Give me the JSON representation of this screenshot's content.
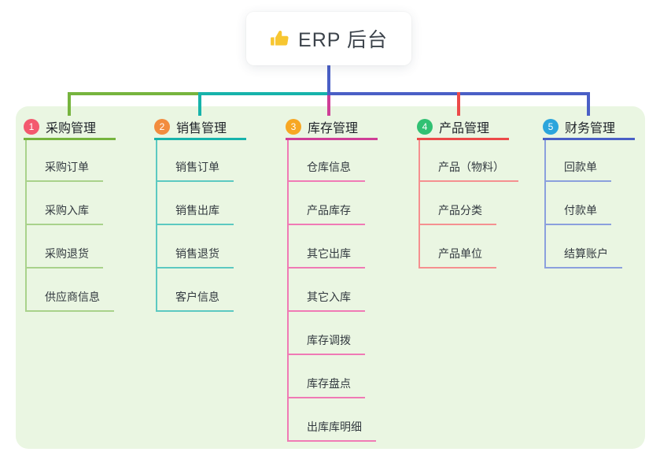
{
  "root": {
    "title": "ERP 后台",
    "icon": "thumbs-up-icon",
    "icon_color": "#f7c631"
  },
  "panel_bg": "#eaf6e2",
  "trunk_color": "#4a5fc6",
  "branches": [
    {
      "badge": "1",
      "title": "采购管理",
      "badge_color": "#f3596e",
      "line_color": "#76b43e",
      "sub_line_color": "#a9d28b",
      "items": [
        "采购订单",
        "采购入库",
        "采购退货",
        "供应商信息"
      ]
    },
    {
      "badge": "2",
      "title": "销售管理",
      "badge_color": "#f28c3e",
      "line_color": "#17b3ab",
      "sub_line_color": "#5cc9c1",
      "items": [
        "销售订单",
        "销售出库",
        "销售退货",
        "客户信息"
      ]
    },
    {
      "badge": "3",
      "title": "库存管理",
      "badge_color": "#f7a723",
      "line_color": "#cf3e97",
      "sub_line_color": "#f07ab5",
      "items": [
        "仓库信息",
        "产品库存",
        "其它出库",
        "其它入库",
        "库存调拨",
        "库存盘点",
        "出库库明细"
      ]
    },
    {
      "badge": "4",
      "title": "产品管理",
      "badge_color": "#31c173",
      "line_color": "#ec4a49",
      "sub_line_color": "#f59090",
      "items": [
        "产品（物料）",
        "产品分类",
        "产品单位"
      ]
    },
    {
      "badge": "5",
      "title": "财务管理",
      "badge_color": "#2ba5dc",
      "line_color": "#4a5fc6",
      "sub_line_color": "#8ba0dd",
      "items": [
        "回款单",
        "付款单",
        "结算账户"
      ]
    }
  ]
}
